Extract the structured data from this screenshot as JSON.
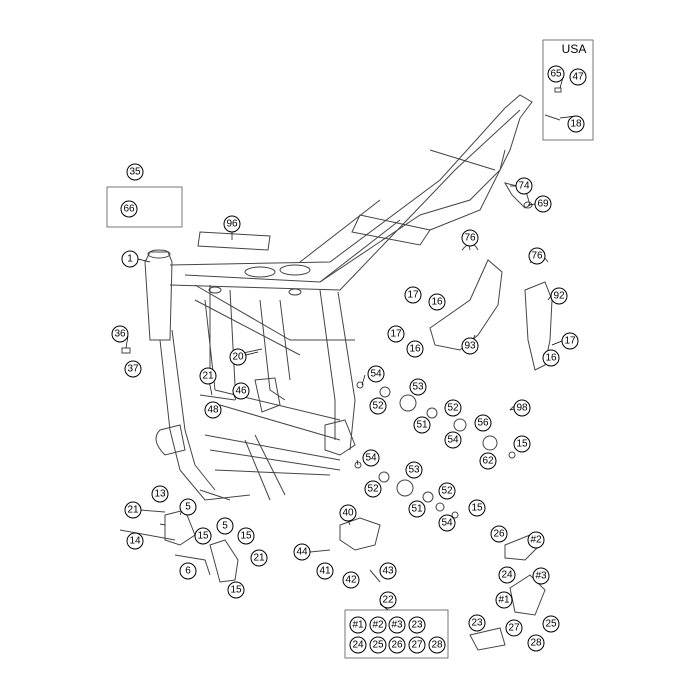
{
  "usa_label": "USA",
  "callouts": {
    "c1": "1",
    "c35": "35",
    "c66": "66",
    "c96": "96",
    "c65": "65",
    "c47": "47",
    "c18": "18",
    "c74": "74",
    "c69": "69",
    "c76a": "76",
    "c76b": "76",
    "c92": "92",
    "c17a": "17",
    "c16a": "16",
    "c17b": "17",
    "c16b": "16",
    "c93": "93",
    "c17c": "17",
    "c16c": "16",
    "c36": "36",
    "c37": "37",
    "c20": "20",
    "c21a": "21",
    "c46": "46",
    "c48": "48",
    "c54a": "54",
    "c52a": "52",
    "c53a": "53",
    "c51a": "51",
    "c52b": "52",
    "c54b": "54",
    "c56": "56",
    "c62": "62",
    "c15a": "15",
    "c98": "98",
    "c54c": "54",
    "c52c": "52",
    "c53b": "53",
    "c51b": "51",
    "c52d": "52",
    "c54d": "54",
    "c15b": "15",
    "c13": "13",
    "c21b": "21",
    "c14": "14",
    "c5a": "5",
    "c15c": "15",
    "c6": "6",
    "c5b": "5",
    "c15d": "15",
    "c21c": "21",
    "c15e": "15",
    "c40": "40",
    "c44": "44",
    "c41": "41",
    "c42": "42",
    "c43": "43",
    "c26a": "26",
    "c2a": "#2",
    "c24a": "24",
    "c3a": "#3",
    "c1a": "#1",
    "c25a": "25",
    "c27a": "27",
    "c28a": "28",
    "c23a": "23",
    "c22": "22",
    "k1": "#1",
    "k2": "#2",
    "k3": "#3",
    "k23": "23",
    "k24": "24",
    "k25": "25",
    "k26": "26",
    "k27": "27",
    "k28": "28"
  }
}
